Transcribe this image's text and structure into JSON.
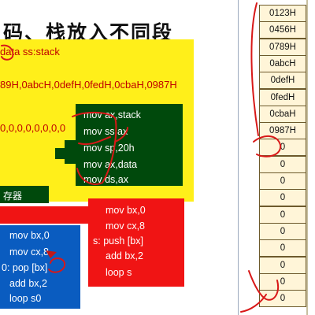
{
  "slide": {
    "title": "码、栈放入不同段"
  },
  "yellow": {
    "segment_line": "data ss:stack",
    "data_words": "89H,0abcH,0defH,0fedH,0cbaH,0987H",
    "stack_words": "0,0,0,0,0,0,0,0"
  },
  "green": {
    "code": [
      "mov ax,stack",
      "mov ss,ax",
      "mov sp,20h",
      "mov ax,data",
      "mov ds,ax"
    ],
    "bar_label": "存器"
  },
  "red": {
    "code": [
      "mov bx,0",
      "mov cx,8",
      "s: push [bx]",
      "add bx,2",
      "loop s"
    ]
  },
  "blue": {
    "code": [
      "mov bx,0",
      "mov cx,8",
      "0: pop [bx]",
      "add bx,2",
      "loop s0"
    ]
  },
  "memory": {
    "cells": [
      "0123H",
      "0456H",
      "0789H",
      "0abcH",
      "0defH",
      "0fedH",
      "0cbaH",
      "0987H",
      "0",
      "0",
      "0",
      "0",
      "0",
      "0",
      "0",
      "0",
      "0",
      "0"
    ]
  },
  "colors": {
    "yellow": "#ffef1a",
    "green": "#00490c",
    "red": "#f01414",
    "blue": "#0a5cc0",
    "annotation": "#d81818",
    "cell_bg": "#fff5d8"
  }
}
